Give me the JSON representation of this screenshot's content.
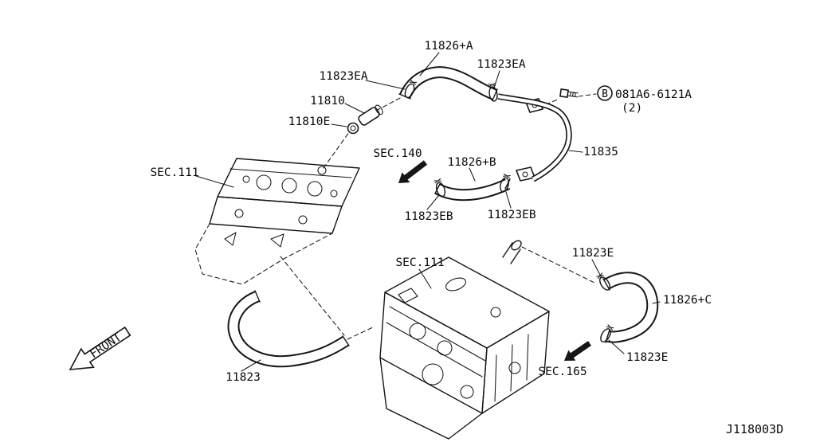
{
  "meta": {
    "drawing_code": "J118003D"
  },
  "labels": {
    "hose_a": "11826+A",
    "clamp_ea_left": "11823EA",
    "clamp_ea_right": "11823EA",
    "pcv_valve": "11810",
    "pcv_grommet": "11810E",
    "bolt_circle_letter": "B",
    "bolt_part": "081A6-6121A",
    "bolt_qty": "(2)",
    "sec_140": "SEC.140",
    "hose_b": "11826+B",
    "pipe_assy": "11835",
    "sec_111_left": "SEC.111",
    "clamp_eb_left": "11823EB",
    "clamp_eb_right": "11823EB",
    "sec_111_center": "SEC.111",
    "clamp_e_top": "11823E",
    "hose_c": "11826+C",
    "clamp_e_bottom": "11823E",
    "sec_165": "SEC.165",
    "hose_main": "11823",
    "front": "FRONT"
  }
}
